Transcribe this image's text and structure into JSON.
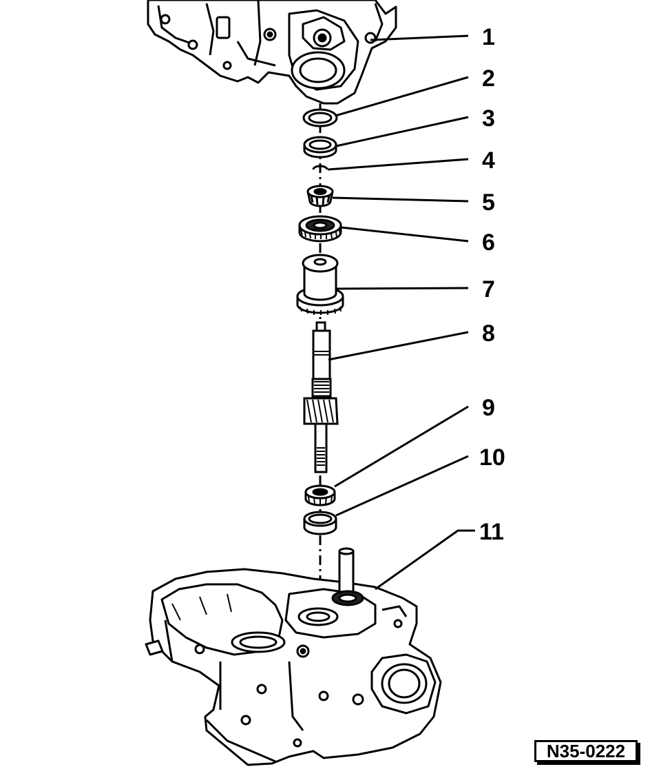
{
  "callouts": [
    {
      "number": "1"
    },
    {
      "number": "2"
    },
    {
      "number": "3"
    },
    {
      "number": "4"
    },
    {
      "number": "5"
    },
    {
      "number": "6"
    },
    {
      "number": "7"
    },
    {
      "number": "8"
    },
    {
      "number": "9"
    },
    {
      "number": "10"
    },
    {
      "number": "11"
    }
  ],
  "reference_code": "N35-0222"
}
